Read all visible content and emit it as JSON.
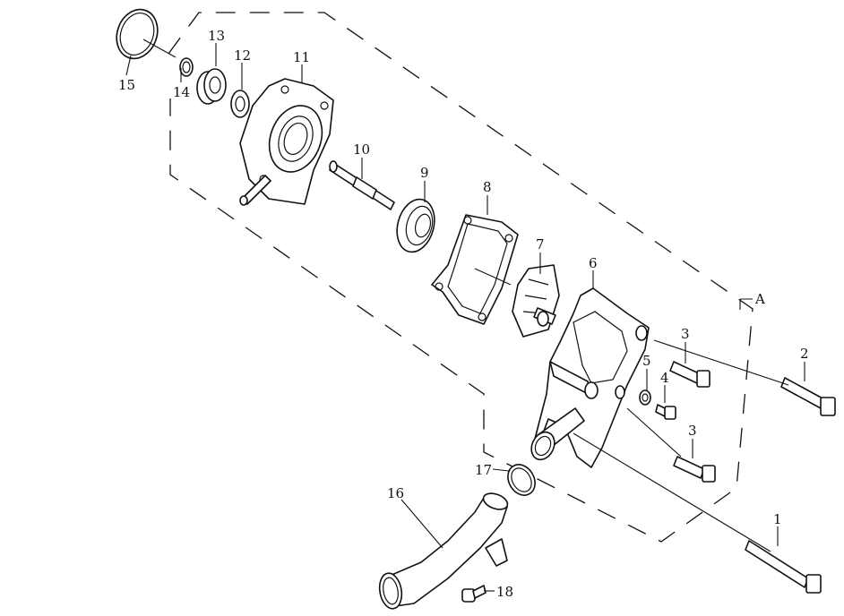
{
  "diagram": {
    "type": "exploded-parts-diagram",
    "line_color": "#111111",
    "background": "#ffffff",
    "callouts": {
      "c1": "1",
      "c2": "2",
      "c3a": "3",
      "c3b": "3",
      "c4": "4",
      "c5": "5",
      "c6": "6",
      "c7": "7",
      "c8": "8",
      "c9": "9",
      "c10": "10",
      "c11": "11",
      "c12": "12",
      "c13": "13",
      "c14": "14",
      "c15": "15",
      "c16": "16",
      "c17": "17",
      "c18": "18",
      "cA": "A"
    }
  }
}
